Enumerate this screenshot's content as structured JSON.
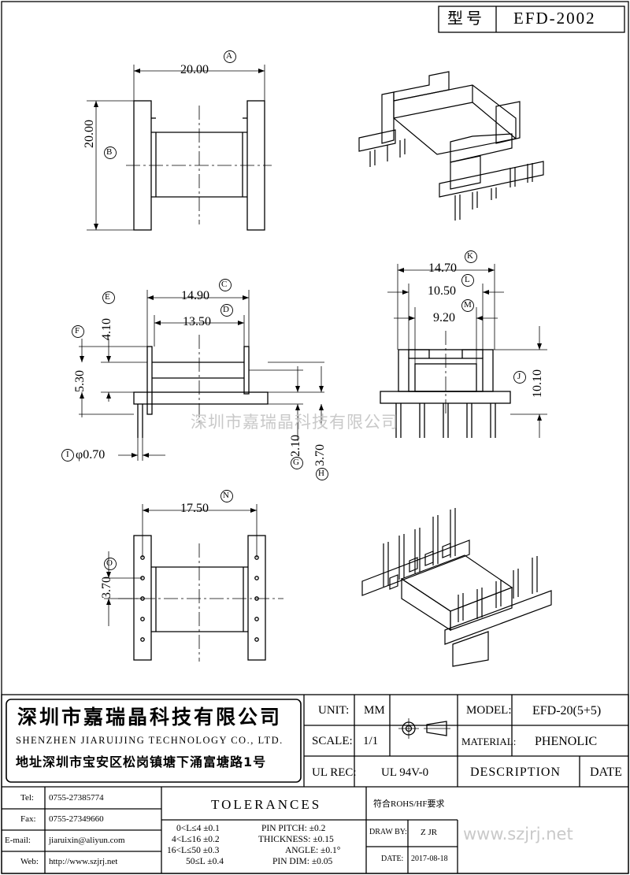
{
  "header": {
    "model_label": "型号",
    "model_value": "EFD-2002"
  },
  "dims": {
    "A": {
      "letter": "A",
      "value": "20.00"
    },
    "B": {
      "letter": "B",
      "value": "20.00"
    },
    "C": {
      "letter": "C",
      "value": "14.90"
    },
    "D": {
      "letter": "D",
      "value": "13.50"
    },
    "E": {
      "letter": "E",
      "value": "4.10"
    },
    "F": {
      "letter": "F",
      "value": "5.30"
    },
    "G": {
      "letter": "G",
      "value": "2.10"
    },
    "H": {
      "letter": "H",
      "value": "3.70"
    },
    "I": {
      "letter": "I",
      "value": "φ0.70"
    },
    "J": {
      "letter": "J",
      "value": "10.10"
    },
    "K": {
      "letter": "K",
      "value": "14.70"
    },
    "L": {
      "letter": "L",
      "value": "10.50"
    },
    "M": {
      "letter": "M",
      "value": "9.20"
    },
    "N": {
      "letter": "N",
      "value": "17.50"
    },
    "O": {
      "letter": "O",
      "value": "3.70"
    }
  },
  "watermark": {
    "center": "深圳市嘉瑞晶科技有限公司",
    "url": "www.szjrj.net"
  },
  "company": {
    "name_cn": "深圳市嘉瑞晶科技有限公司",
    "name_en": "SHENZHEN JIARUIJING TECHNOLOGY CO., LTD.",
    "address": "地址深圳市宝安区松岗镇塘下涌富塘路1号"
  },
  "titleblock": {
    "unit_label": "UNIT:",
    "unit_value": "MM",
    "scale_label": "SCALE:",
    "scale_value": "1/1",
    "ulrec_label": "UL REC:",
    "ulrec_value": "UL 94V-0",
    "model_label": "MODEL:",
    "model_value": "EFD-20(5+5)",
    "material_label": "MATERIAL:",
    "material_value": "PHENOLIC",
    "description_label": "DESCRIPTION",
    "date_header": "DATE",
    "rohs": "符合ROHS/HF要求",
    "drawby_label": "DRAW BY:",
    "drawby_value": "Z JR",
    "date_label": "DATE:",
    "date_value": "2017-08-18"
  },
  "contact": {
    "tel_label": "Tel:",
    "tel": "0755-27385774",
    "fax_label": "Fax:",
    "fax": "0755-27349660",
    "email_label": "E-mail:",
    "email": "jiaruixin@aliyun.com",
    "web_label": "Web:",
    "web": "http://www.szjrj.net"
  },
  "tolerances": {
    "title": "TOLERANCES",
    "length_rows": [
      "0<L≤4 ±0.1",
      "4<L≤16 ±0.2",
      "16<L≤50 ±0.3",
      "50≤L ±0.4"
    ],
    "other_rows": [
      "PIN PITCH: ±0.2",
      "THICKNESS: ±0.15",
      "ANGLE: ±0.1°",
      "PIN DIM: ±0.05"
    ]
  }
}
